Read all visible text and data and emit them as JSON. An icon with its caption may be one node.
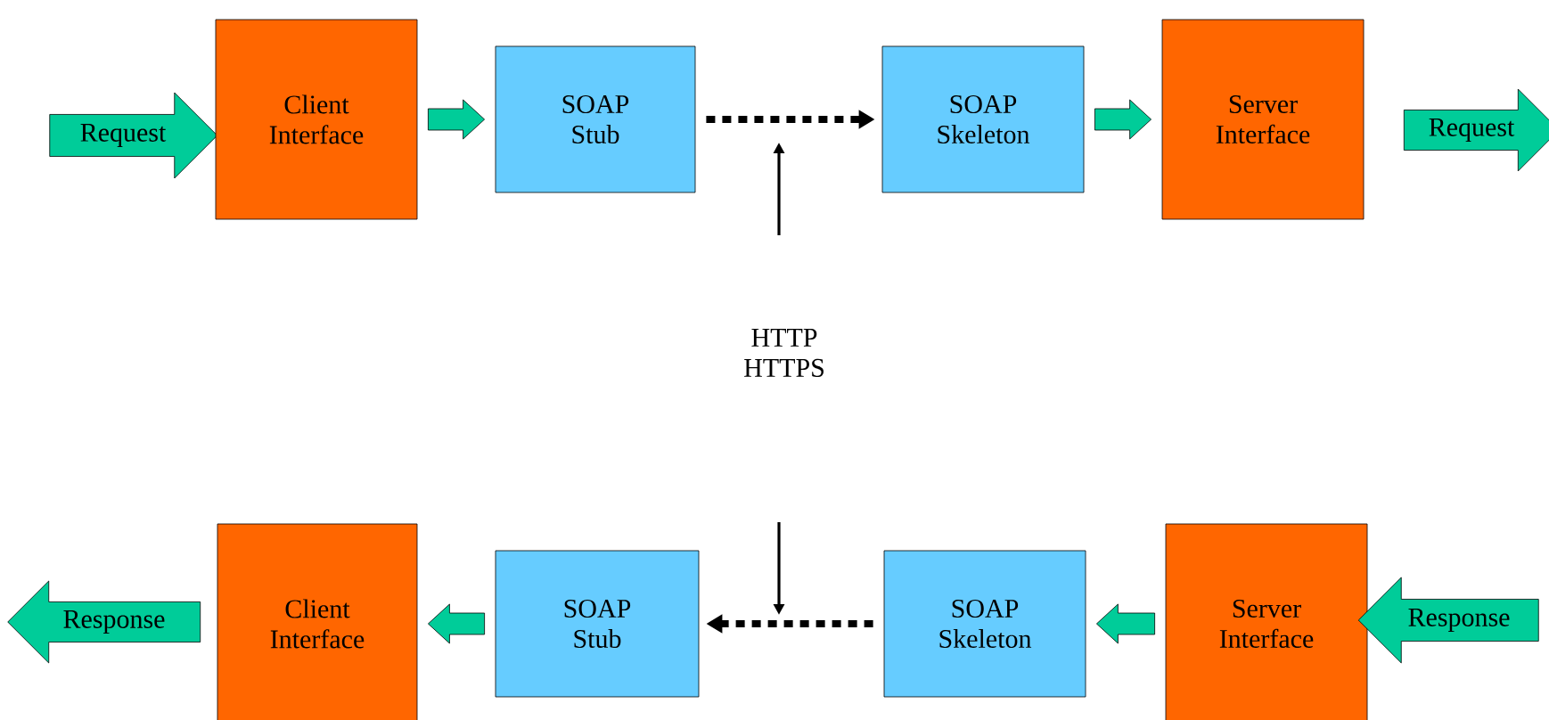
{
  "diagram": {
    "nodes": [
      {
        "text": [
          "Request"
        ]
      },
      {
        "text": [
          "Client Interface"
        ]
      },
      {
        "text": [
          "SOAP Stub"
        ]
      },
      {
        "text": [
          "SOAP Skeleton"
        ]
      },
      {
        "text": [
          "Server Interface"
        ]
      },
      {
        "text": [
          "Request"
        ]
      },
      {
        "text": [
          "HTTP HTTPS"
        ]
      },
      {
        "text": [
          "Response"
        ]
      },
      {
        "text": [
          "Client Interface"
        ]
      },
      {
        "text": [
          "SOAP Stub"
        ]
      },
      {
        "text": [
          "SOAP Skeleton"
        ]
      },
      {
        "text": [
          "Server Interface"
        ]
      },
      {
        "text": [
          "Response"
        ]
      }
    ],
    "edges": [
      {
        "from": 1,
        "to": 2,
        "arrow": "to",
        "style": "thick",
        "color": "#00cc99"
      },
      {
        "from": 2,
        "to": 3,
        "arrow": "to",
        "style": "dashed"
      },
      {
        "from": 3,
        "to": 4,
        "arrow": "to",
        "style": "thick",
        "color": "#00cc99"
      },
      {
        "from": 11,
        "to": 10,
        "arrow": "to",
        "style": "thick",
        "color": "#00cc99"
      },
      {
        "from": 10,
        "to": 9,
        "arrow": "to",
        "style": "dashed"
      },
      {
        "from": 9,
        "to": 8,
        "arrow": "to",
        "style": "thick",
        "color": "#00cc99"
      }
    ]
  }
}
